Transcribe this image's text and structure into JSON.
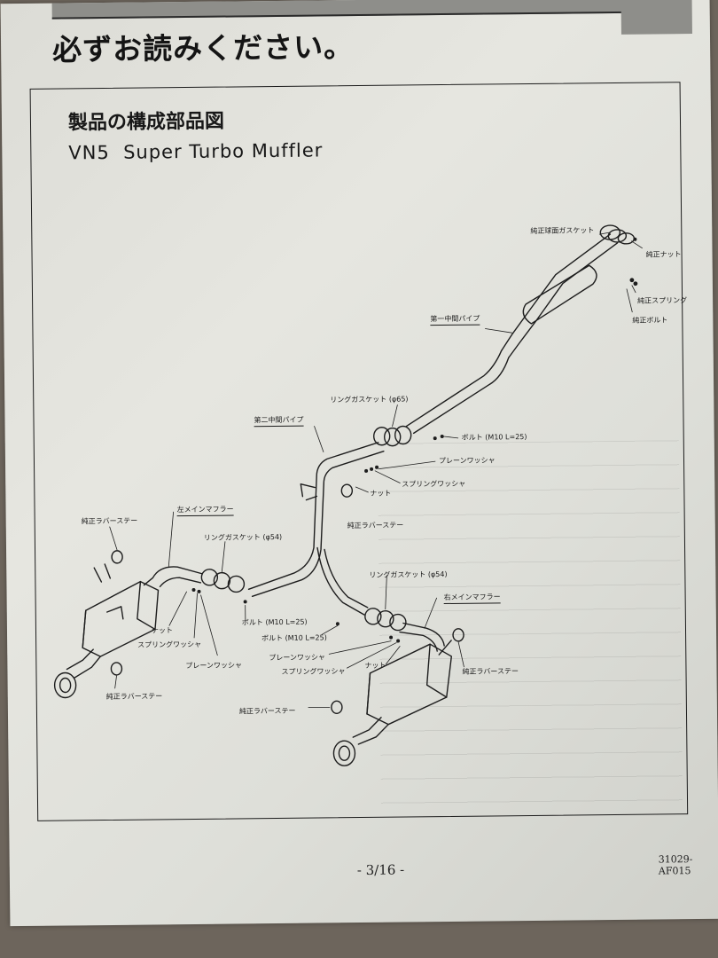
{
  "heading": "必ずお読みください。",
  "section_title": "製品の構成部品図",
  "model_line": "VN5  Super Turbo Muffler",
  "labels": {
    "jun_kyumen_gasket": "純正球面ガスケット",
    "jun_nut": "純正ナット",
    "jun_spring": "純正スプリング",
    "jun_bolt": "純正ボルト",
    "dai1_pipe": "第一中間パイプ",
    "ring_gasket_65": "リングガスケット (φ65)",
    "dai2_pipe": "第二中間パイプ",
    "bolt_upper": "ボルト (M10 L=25)",
    "plain_washer_upper": "プレーンワッシャ",
    "spring_washer_upper": "スプリングワッシャ",
    "nut_upper": "ナット",
    "rubber_stay_center": "純正ラバーステー",
    "left_muffler": "左メインマフラー",
    "rubber_stay_left_top": "純正ラバーステー",
    "ring_gasket_54_left": "リングガスケット (φ54)",
    "ring_gasket_54_right": "リングガスケット (φ54)",
    "right_muffler": "右メインマフラー",
    "nut_left": "ナット",
    "spring_washer_left": "スプリングワッシャ",
    "plain_washer_left": "プレーンワッシャ",
    "bolt_left": "ボルト (M10 L=25)",
    "bolt_right": "ボルト (M10 L=25)",
    "plain_washer_right": "プレーンワッシャ",
    "spring_washer_right": "スプリングワッシャ",
    "nut_right": "ナット",
    "rubber_stay_right": "純正ラバーステー",
    "rubber_stay_left_bottom": "純正ラバーステー",
    "rubber_stay_bottom_center": "純正ラバーステー"
  },
  "page_number": "- 3/16 -",
  "doc_code": "31029-AF015"
}
